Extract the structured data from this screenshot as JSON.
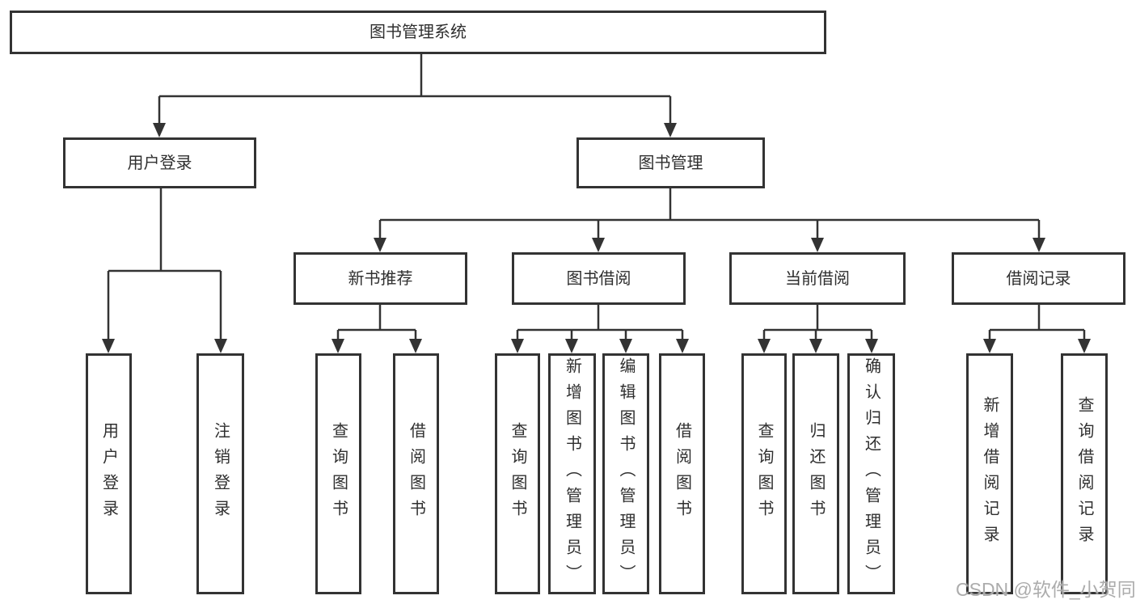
{
  "diagram": {
    "title": "图书管理系统",
    "colors": {
      "line": "#333333",
      "text": "#2f2f2f",
      "background": "#ffffff",
      "watermark": "#a8a8a8"
    },
    "level2": [
      {
        "label": "用户登录",
        "leaves": [
          "用户登录",
          "注销登录"
        ]
      },
      {
        "label": "图书管理",
        "sections": [
          {
            "label": "新书推荐",
            "leaves": [
              "查询图书",
              "借阅图书"
            ]
          },
          {
            "label": "图书借阅",
            "leaves": [
              "查询图书",
              "新增图书（管理员）",
              "编辑图书（管理员）",
              "借阅图书"
            ]
          },
          {
            "label": "当前借阅",
            "leaves": [
              "查询图书",
              "归还图书",
              "确认归还（管理员）"
            ]
          },
          {
            "label": "借阅记录",
            "leaves": [
              "新增借阅记录",
              "查询借阅记录"
            ]
          }
        ]
      }
    ],
    "watermark": "CSDN @软件_小贺同学"
  }
}
